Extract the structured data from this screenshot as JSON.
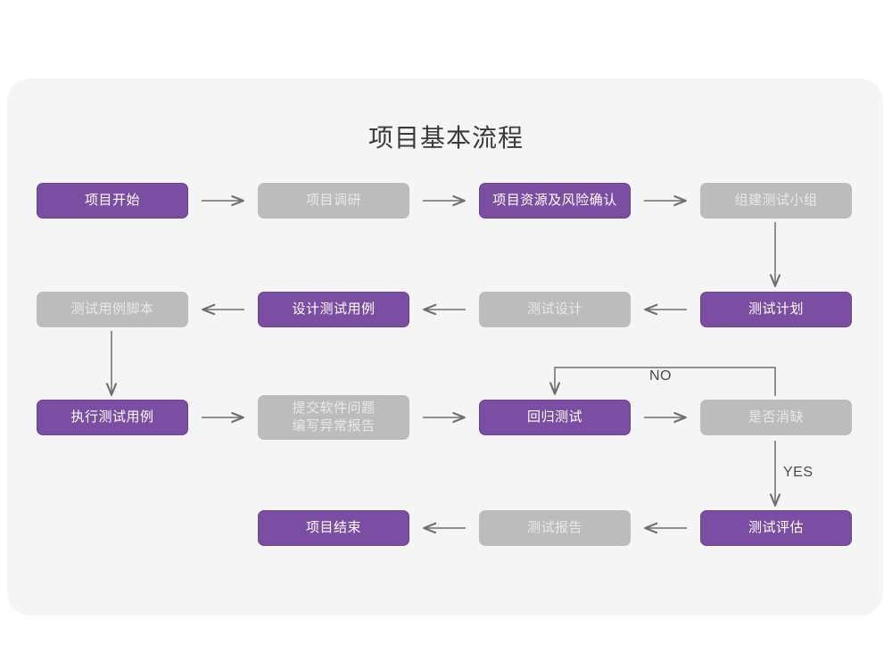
{
  "page": {
    "background": "#ffffff",
    "card_background": "#f5f5f5"
  },
  "colors": {
    "active": "#7b4ea3",
    "active_border": "#6b4191",
    "inactive": "#bcbcbc",
    "inactive_text": "#e8e8e8",
    "connector": "#6e6e6e",
    "title_text": "#3a3a3a",
    "label_text": "#4a4a4a"
  },
  "header": {
    "title": "项目基本流程"
  },
  "flowchart": {
    "type": "flowchart",
    "orientation": "boustrophedon-rows",
    "rows": [
      {
        "direction": "left-to-right",
        "nodes": [
          {
            "id": "n1",
            "label": "项目开始",
            "state": "active"
          },
          {
            "id": "n2",
            "label": "项目调研",
            "state": "inactive"
          },
          {
            "id": "n3",
            "label": "项目资源及风险确认",
            "state": "active"
          },
          {
            "id": "n4",
            "label": "组建测试小组",
            "state": "inactive"
          }
        ]
      },
      {
        "direction": "right-to-left",
        "nodes": [
          {
            "id": "n8",
            "label": "测试用例脚本",
            "state": "inactive"
          },
          {
            "id": "n7",
            "label": "设计测试用例",
            "state": "active"
          },
          {
            "id": "n6",
            "label": "测试设计",
            "state": "inactive"
          },
          {
            "id": "n5",
            "label": "测试计划",
            "state": "active"
          }
        ]
      },
      {
        "direction": "left-to-right",
        "nodes": [
          {
            "id": "n9",
            "label": "执行测试用例",
            "state": "active"
          },
          {
            "id": "n10",
            "label": "提交软件问题\n编写异常报告",
            "state": "inactive"
          },
          {
            "id": "n11",
            "label": "回归测试",
            "state": "active"
          },
          {
            "id": "n12",
            "label": "是否消缺",
            "state": "inactive"
          }
        ]
      },
      {
        "direction": "right-to-left",
        "nodes": [
          {
            "id": "n15",
            "label": "项目结束",
            "state": "active"
          },
          {
            "id": "n14",
            "label": "测试报告",
            "state": "inactive"
          },
          {
            "id": "n13",
            "label": "测试评估",
            "state": "active"
          }
        ]
      }
    ],
    "edge_labels": [
      {
        "id": "no-label",
        "text": "NO",
        "from": "是否消缺",
        "to": "回归测试"
      },
      {
        "id": "yes-label",
        "text": "YES",
        "from": "是否消缺",
        "to": "测试评估"
      }
    ],
    "connector_count": 15
  }
}
